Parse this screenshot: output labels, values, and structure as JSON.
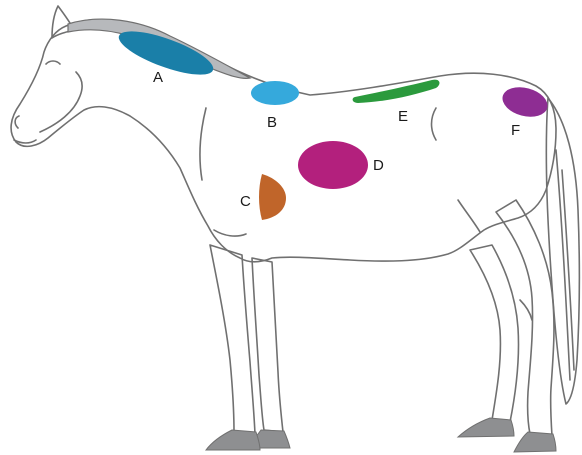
{
  "figure": {
    "subject": "horse",
    "colors": {
      "horse_fill": "#d1d2d4",
      "legs_fill": "#e4e5e6",
      "hoof_fill": "#8e8f91",
      "outline": "#707070",
      "tail_fill": "#c2c4c6"
    }
  },
  "regions": [
    {
      "id": "A",
      "label": "A",
      "color": "#1a7fa8"
    },
    {
      "id": "B",
      "label": "B",
      "color": "#35a9dc"
    },
    {
      "id": "C",
      "label": "C",
      "color": "#c0652a"
    },
    {
      "id": "D",
      "label": "D",
      "color": "#b3207d"
    },
    {
      "id": "E",
      "label": "E",
      "color": "#2b9a3d"
    },
    {
      "id": "F",
      "label": "F",
      "color": "#8e2d93"
    }
  ]
}
